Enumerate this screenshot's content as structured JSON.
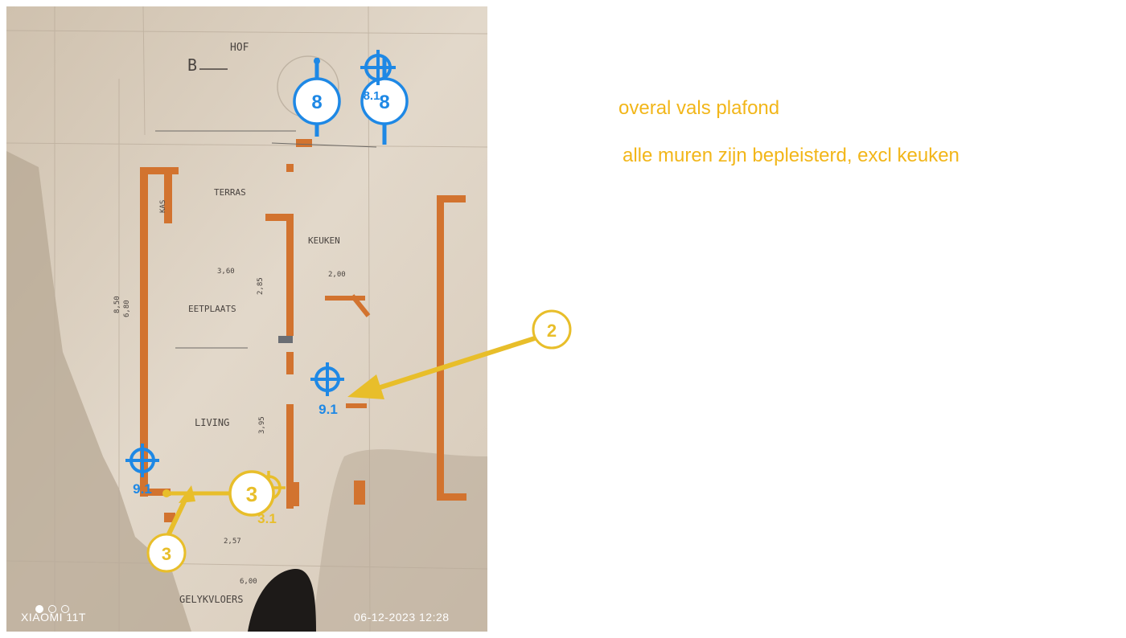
{
  "notes": {
    "line1": "overal vals plafond",
    "line2": "alle muren zijn bepleisterd, excl keuken"
  },
  "photo": {
    "camera_label": "XIAOMI 11T",
    "timestamp": "06-12-2023 12:28",
    "page_dots": {
      "total": 3,
      "active": 1
    }
  },
  "plan_labels": {
    "hof": "HOF",
    "terras": "TERRAS",
    "keuken": "KEUKEN",
    "eetplaats": "EETPLAATS",
    "living": "LIVING",
    "gelijkvloers": "GELYKVLOERS",
    "kas": "KAS",
    "b": "B",
    "d_850": "8,50",
    "d_680": "6,80",
    "d_360": "3,60",
    "d_200": "2,00",
    "d_285": "2,85",
    "d_395": "3,95",
    "d_257": "2,57",
    "d_600": "6,00"
  },
  "markers": {
    "blue_8_left": "8",
    "blue_8_right": "8",
    "blue_81": "8.1",
    "blue_91_kitchen": "9.1",
    "blue_91_living": "9.1",
    "yellow_2": "2",
    "yellow_3_bottom": "3",
    "yellow_3_mid": "3",
    "yellow_31": "3.1"
  },
  "colors": {
    "note_yellow": "#f2b619",
    "marker_blue": "#1e88e5",
    "marker_yellow": "#e8be2a",
    "wall_orange": "#d2732f",
    "paper": "#ddd2c4"
  }
}
